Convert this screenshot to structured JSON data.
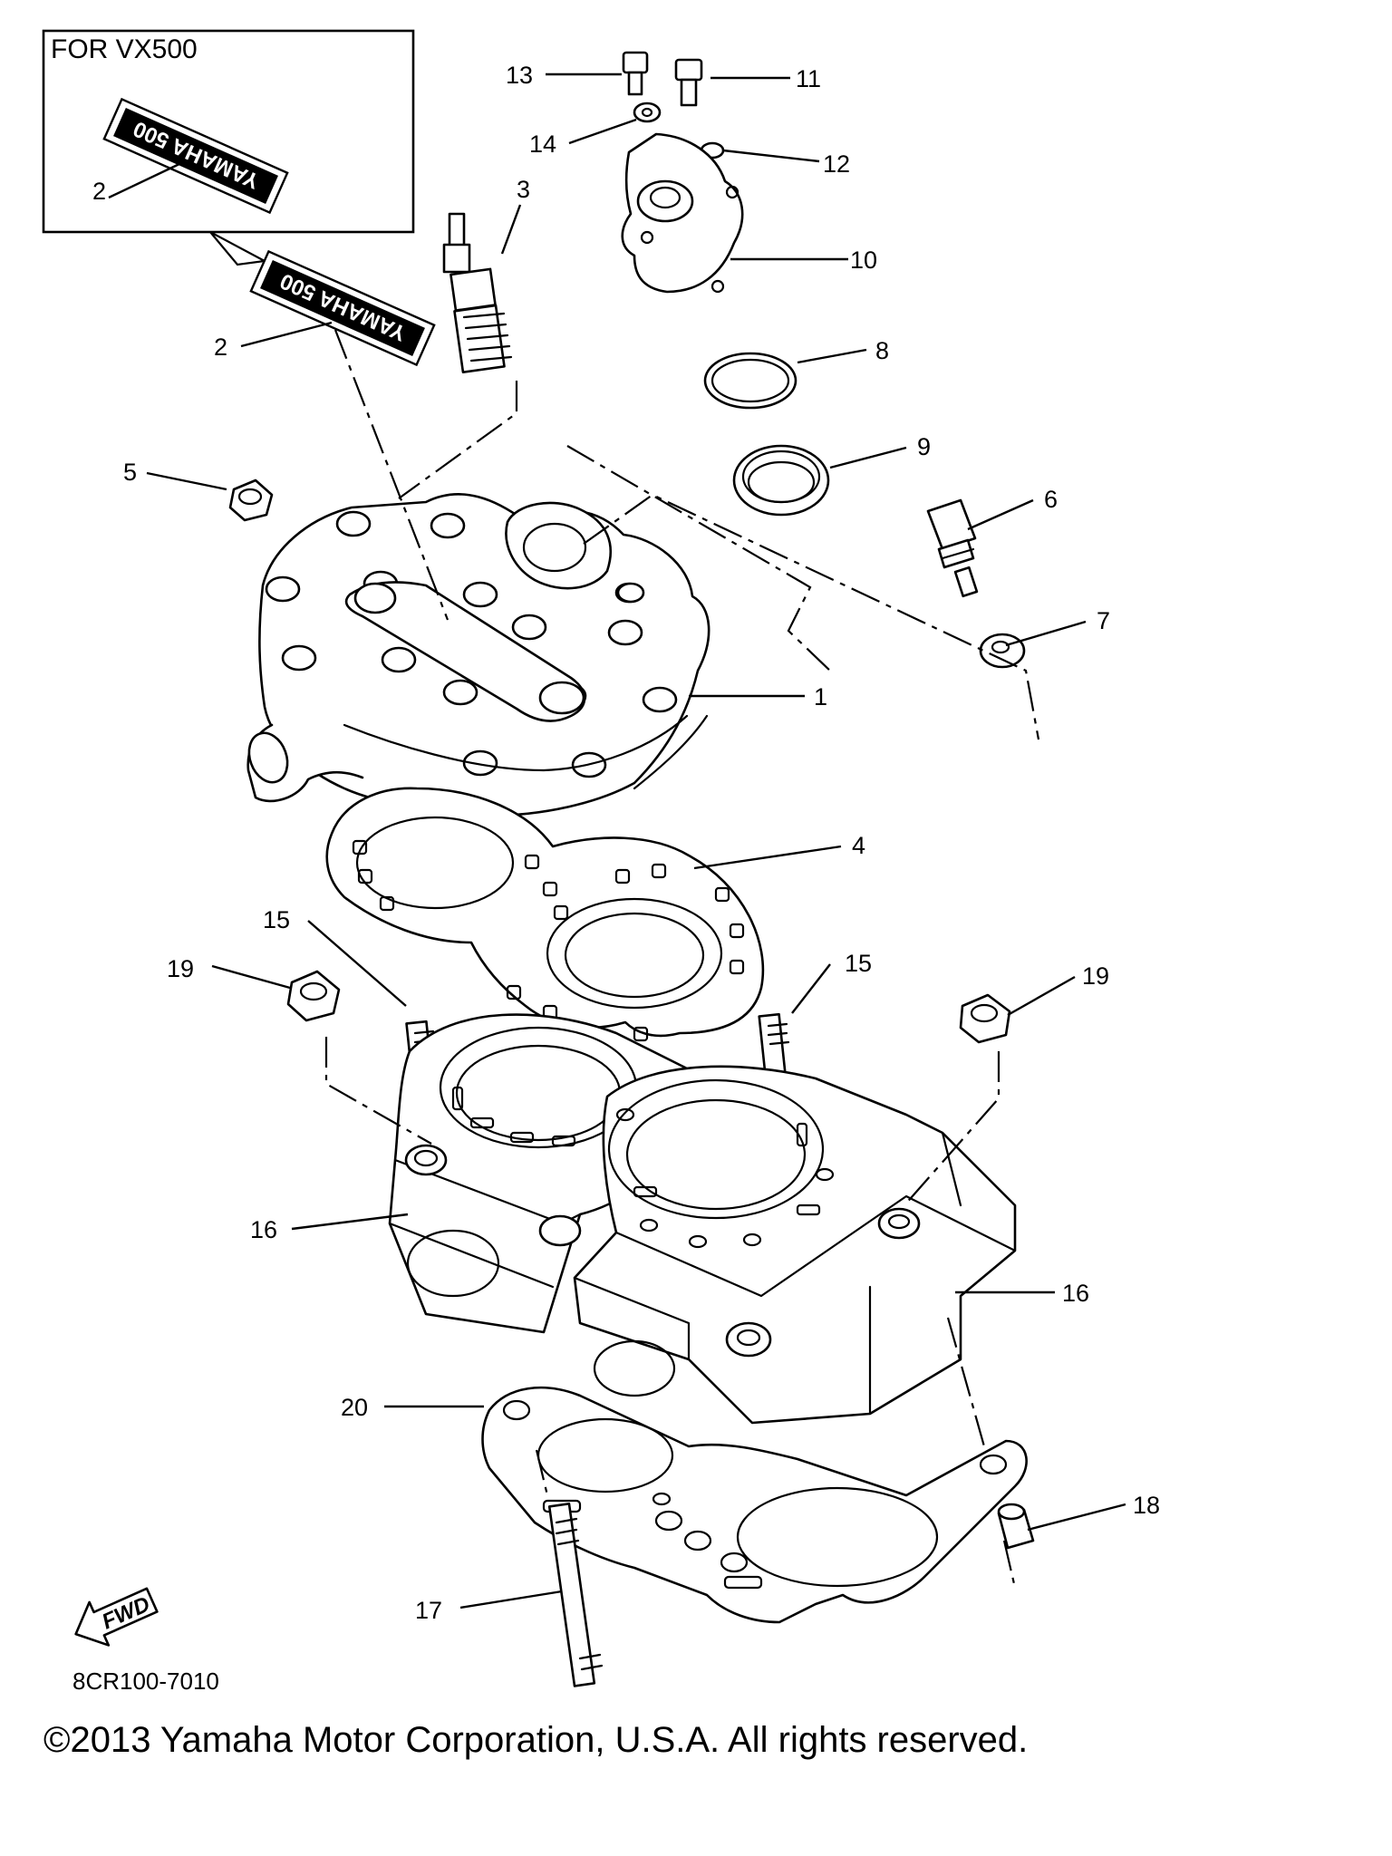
{
  "inset": {
    "title": "FOR VX500"
  },
  "decal_text": "YAMAHA 500",
  "fwd_arrow": "FWD",
  "labels": {
    "l1": "1",
    "l2a": "2",
    "l2b": "2",
    "l3": "3",
    "l4": "4",
    "l5": "5",
    "l6": "6",
    "l7": "7",
    "l8": "8",
    "l9": "9",
    "l10": "10",
    "l11": "11",
    "l12": "12",
    "l13": "13",
    "l14": "14",
    "l15a": "15",
    "l15b": "15",
    "l16a": "16",
    "l16b": "16",
    "l17": "17",
    "l18": "18",
    "l19a": "19",
    "l19b": "19",
    "l20": "20"
  },
  "diagram_code": "8CR100-7010",
  "copyright": "©2013 Yamaha Motor Corporation, U.S.A. All rights reserved."
}
